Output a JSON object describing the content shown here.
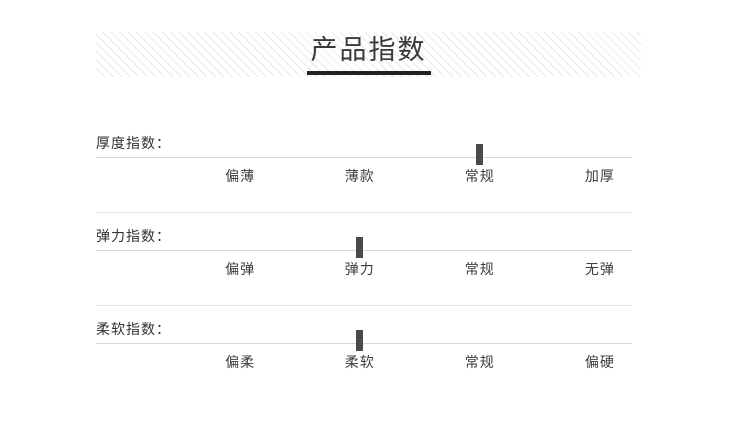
{
  "header": {
    "title": "产品指数",
    "underline_color": "#222222",
    "stripe_color": "#e8e8e8"
  },
  "indices": [
    {
      "label": "厚度指数：",
      "options": [
        "偏薄",
        "薄款",
        "常规",
        "加厚"
      ],
      "selected_index": 2,
      "selected_value": "常规",
      "marker_color": "#4a4a4a"
    },
    {
      "label": "弹力指数：",
      "options": [
        "偏弹",
        "弹力",
        "常规",
        "无弹"
      ],
      "selected_index": 1,
      "selected_value": "弹力",
      "marker_color": "#4a4a4a"
    },
    {
      "label": "柔软指数：",
      "options": [
        "偏柔",
        "柔软",
        "常规",
        "偏硬"
      ],
      "selected_index": 1,
      "selected_value": "柔软",
      "marker_color": "#4a4a4a"
    }
  ]
}
